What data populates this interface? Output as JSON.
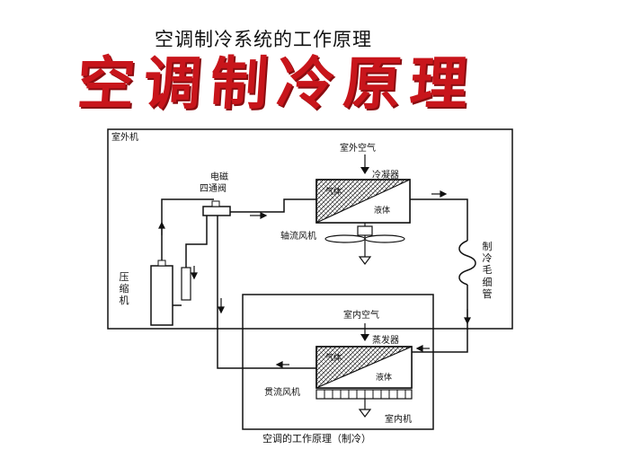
{
  "header": {
    "subtitle": "空调制冷系统的工作原理",
    "title": "空调制冷原理"
  },
  "outdoor_unit": {
    "label": "室外机",
    "outside_air": "室外空气",
    "condenser": "冷凝器",
    "gas": "气体",
    "liquid": "液体",
    "axial_fan": "轴流风机",
    "solenoid_valve": "电磁",
    "four_way_valve": "四通阀",
    "compressor": [
      "压",
      "缩",
      "机"
    ],
    "capillary": [
      "制",
      "冷",
      "毛",
      "细",
      "管"
    ]
  },
  "indoor_unit": {
    "label": "室内机",
    "inside_air": "室内空气",
    "evaporator": "蒸发器",
    "gas": "气体",
    "liquid": "液体",
    "crossflow_fan": "贯流风机"
  },
  "caption": "空调的工作原理（制冷）",
  "colors": {
    "title_red": "#c8151b",
    "line": "#111111"
  }
}
